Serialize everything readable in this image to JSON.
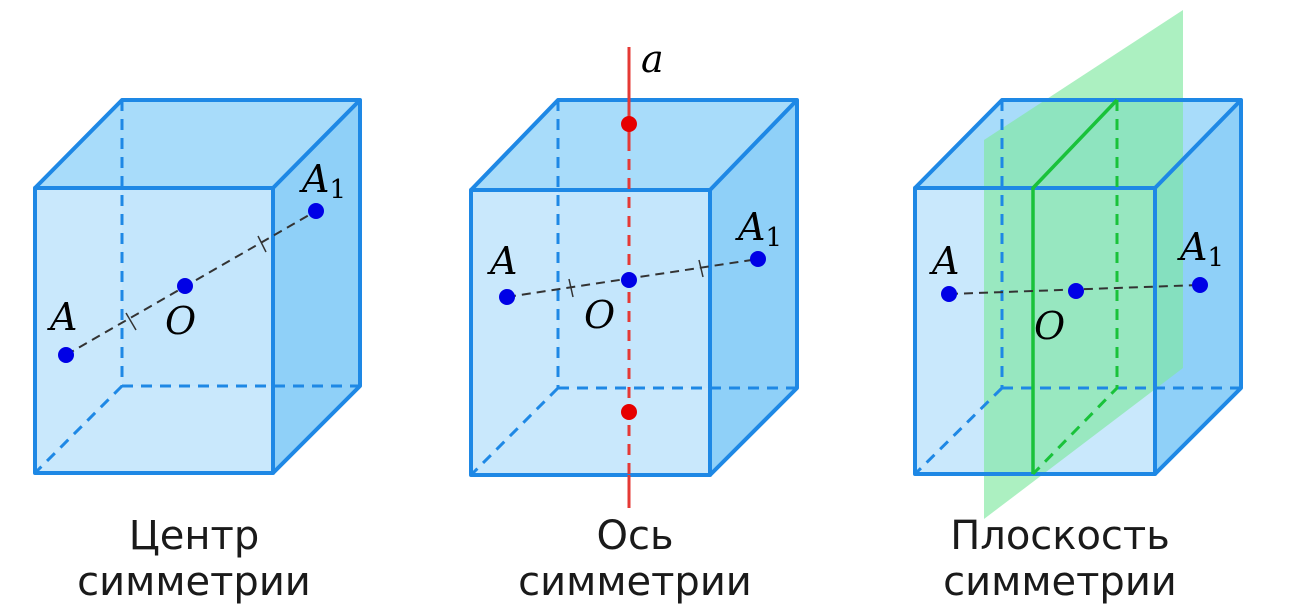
{
  "colors": {
    "cube_edge": "#1E88E5",
    "cube_face_front": "#BFE4FB",
    "cube_face_side": "#8FD0F8",
    "cube_face_top": "#A8DCFA",
    "point": "#0000E6",
    "axis": "#E53935",
    "axis_point": "#E60000",
    "plane": "#7FE8A0",
    "plane_edge": "#19C23A",
    "segment": "#333333"
  },
  "panels": [
    {
      "point_a": "A",
      "point_a1": "A",
      "point_a1_sub": "1",
      "point_o": "O",
      "caption_line1": "Центр",
      "caption_line2": "симметрии"
    },
    {
      "axis_label": "a",
      "point_a": "A",
      "point_a1": "A",
      "point_a1_sub": "1",
      "point_o": "O",
      "caption_line1": "Ось",
      "caption_line2": "симметрии"
    },
    {
      "point_a": "A",
      "point_a1": "A",
      "point_a1_sub": "1",
      "point_o": "O",
      "caption_line1": "Плоскость",
      "caption_line2": "симметрии"
    }
  ]
}
